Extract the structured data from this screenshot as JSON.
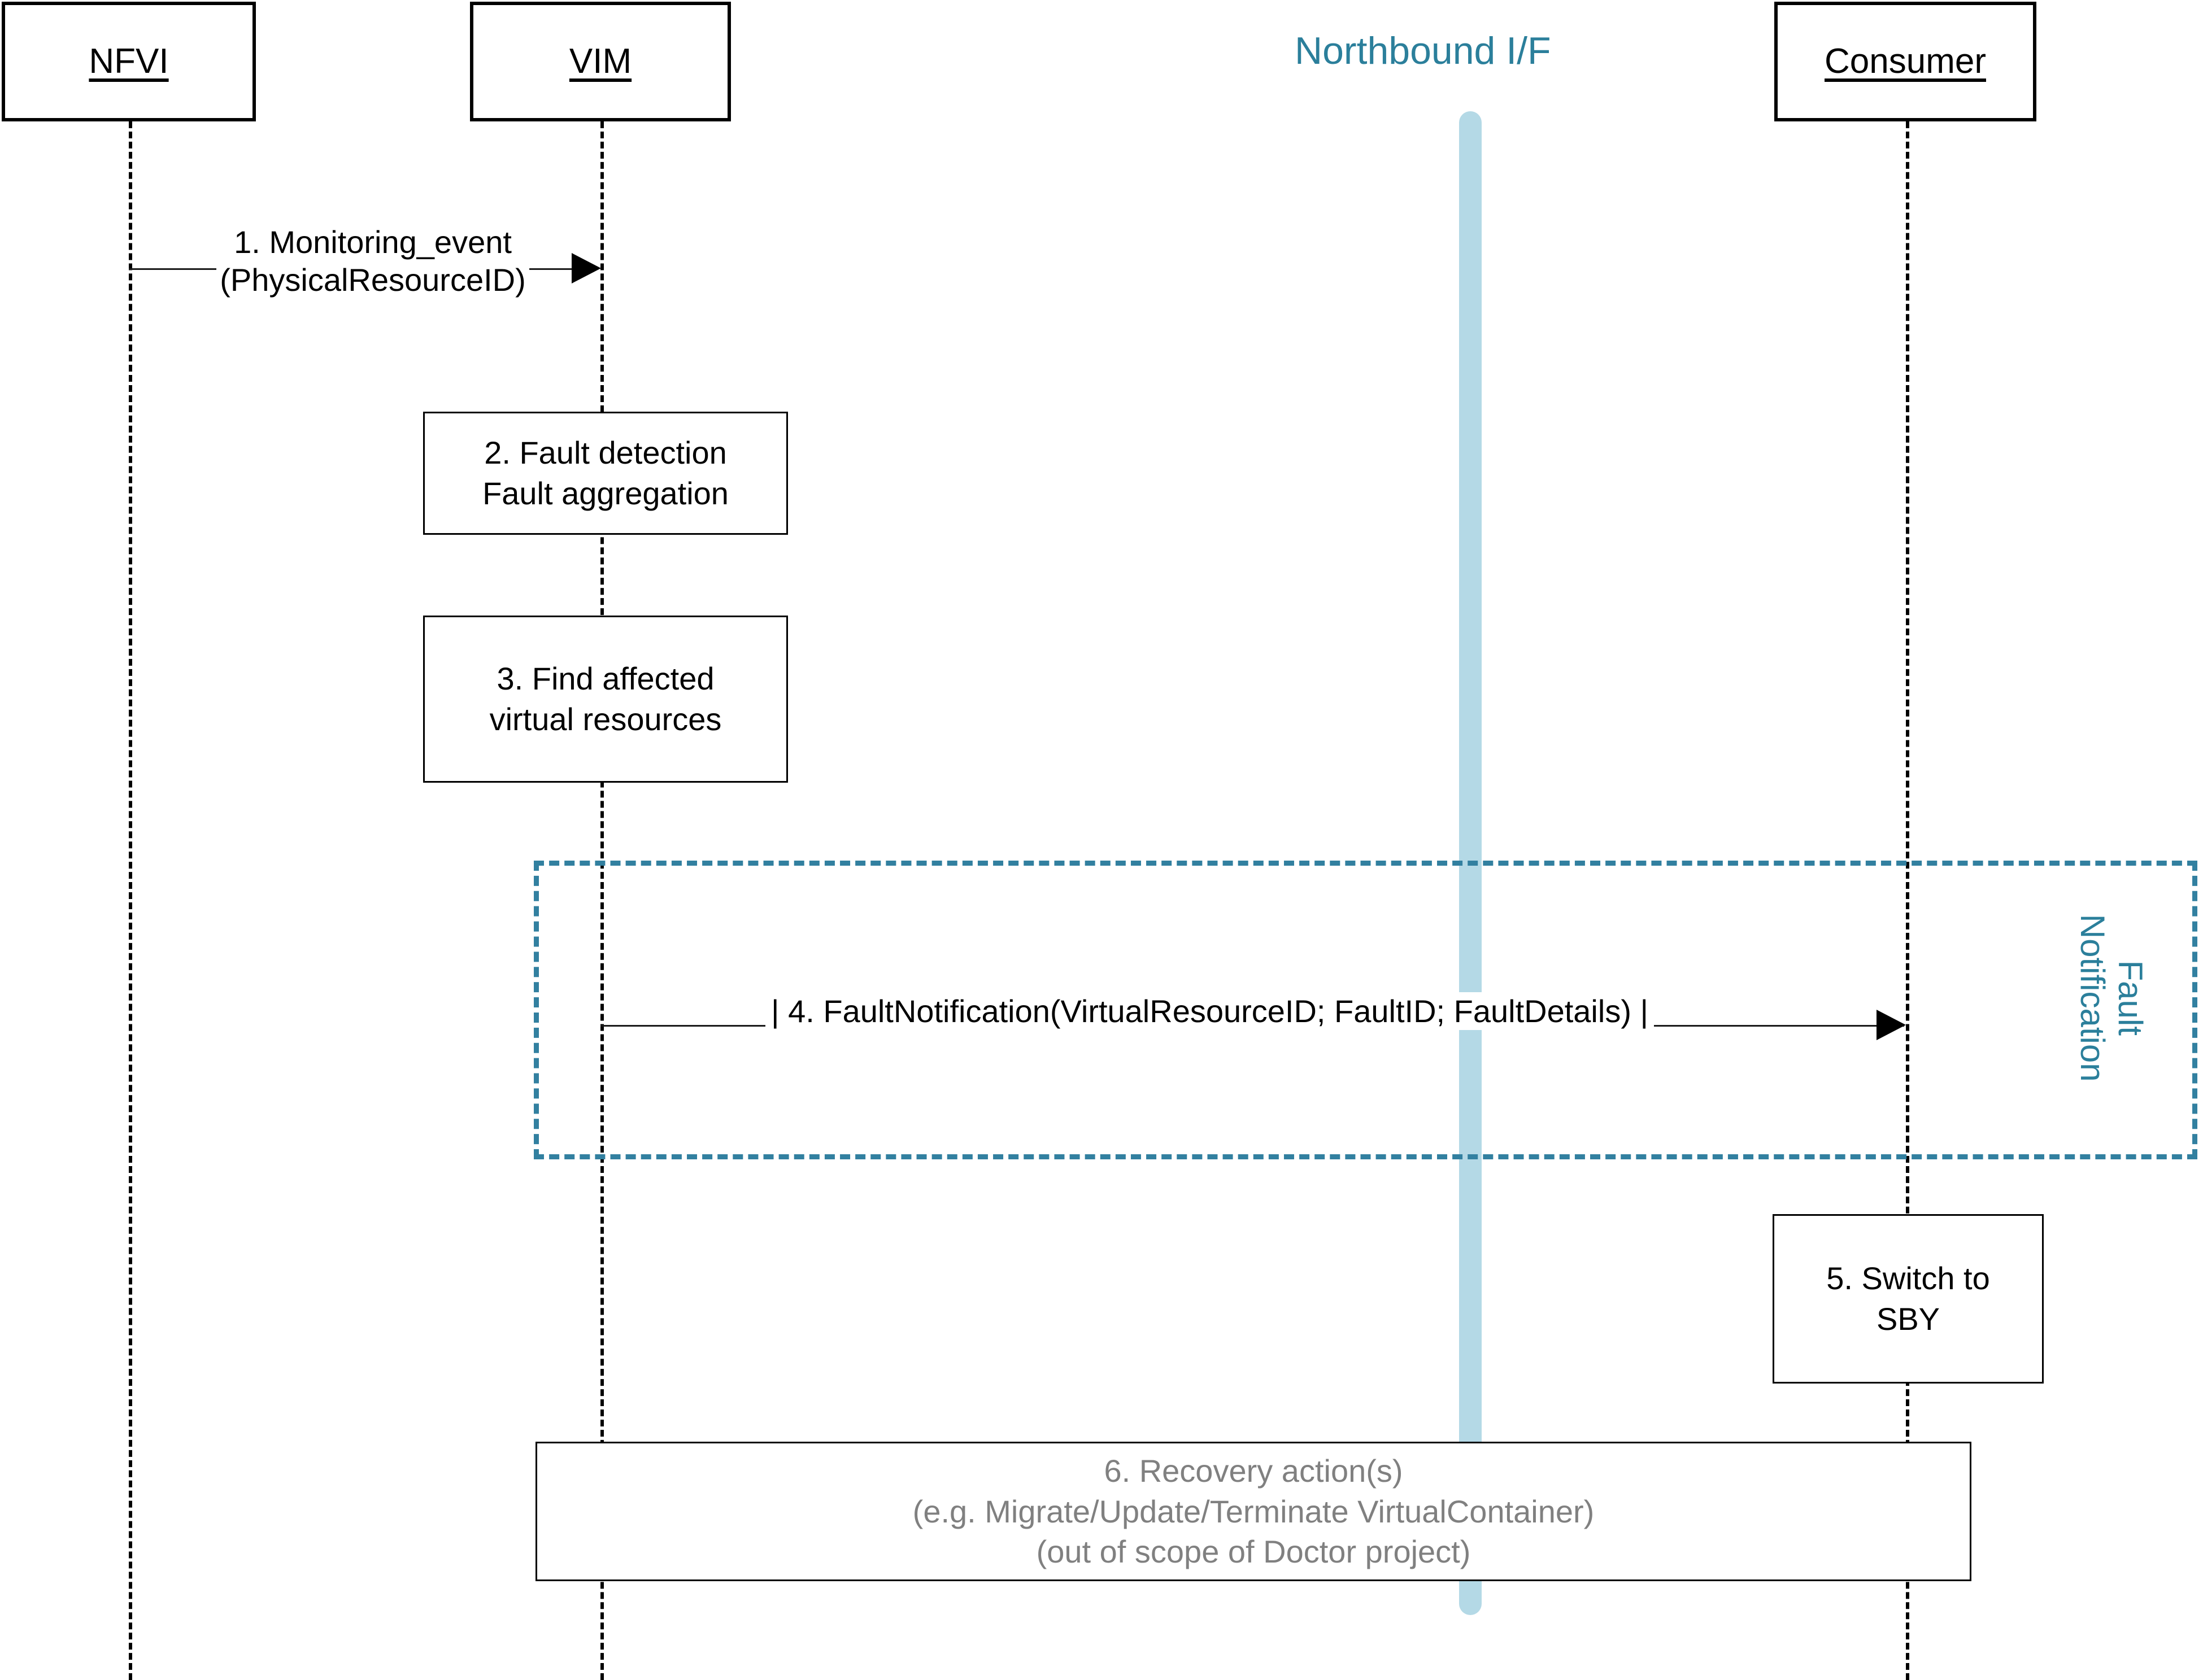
{
  "diagram": {
    "type": "uml-sequence-diagram",
    "title_text": "Northbound I/F",
    "colors": {
      "teal_accent": "#2b7f9b",
      "fragment_border": "#3280a0",
      "northbound_bar": "#b4d9e6",
      "line_black": "#000000",
      "muted_gray": "#808080"
    }
  },
  "lifelines": [
    {
      "id": "nfvi",
      "label": "NFVI"
    },
    {
      "id": "vim",
      "label": "VIM"
    },
    {
      "id": "consumer",
      "label": "Consumer"
    }
  ],
  "northbound": {
    "title": "Northbound I/F"
  },
  "messages": [
    {
      "id": "msg1",
      "number": "1",
      "line1": "1. Monitoring_event",
      "line2": "(PhysicalResourceID)",
      "from": "NFVI",
      "to": "VIM"
    },
    {
      "id": "msg4",
      "number": "4",
      "text": "| 4. FaultNotification(VirtualResourceID; FaultID; FaultDetails) |",
      "from": "VIM",
      "to": "Consumer"
    }
  ],
  "actions": [
    {
      "id": "action2",
      "on": "VIM",
      "line1": "2. Fault detection",
      "line2": "Fault aggregation"
    },
    {
      "id": "action3",
      "on": "VIM",
      "line1": "3. Find affected",
      "line2": "virtual resources"
    },
    {
      "id": "action5",
      "on": "Consumer",
      "line1": "5. Switch to",
      "line2": "SBY"
    },
    {
      "id": "action6",
      "on": "span",
      "line1": "6. Recovery action(s)",
      "line2": "(e.g. Migrate/Update/Terminate VirtualContainer)",
      "line3": "(out of scope of Doctor project)"
    }
  ],
  "fragment": {
    "id": "fault-notification-fragment",
    "label_line1": "Fault",
    "label_line2": "Notification"
  }
}
